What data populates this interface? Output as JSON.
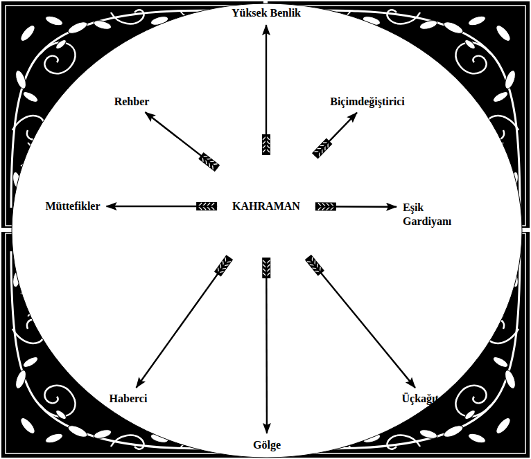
{
  "diagram": {
    "nodes": [
      {
        "text": [
          "Yüksek Benlik"
        ]
      },
      {
        "text": [
          "Rehber"
        ]
      },
      {
        "text": [
          "Biçimdeğiştirici"
        ]
      },
      {
        "text": [
          "Müttefikler"
        ]
      },
      {
        "text": [
          "KAHRAMAN"
        ]
      },
      {
        "text": [
          "Eşik Gardiyanı"
        ]
      },
      {
        "text": [
          "Haberci"
        ]
      },
      {
        "text": [
          "Üçkağıtçı"
        ]
      },
      {
        "text": [
          "Gölge"
        ]
      }
    ],
    "edges": [
      {
        "from": 4,
        "to": 0,
        "arrow": "to"
      },
      {
        "from": 4,
        "to": 1,
        "arrow": "to"
      },
      {
        "from": 4,
        "to": 2,
        "arrow": "to"
      },
      {
        "from": 4,
        "to": 3,
        "arrow": "to"
      },
      {
        "from": 4,
        "to": 5,
        "arrow": "to"
      },
      {
        "from": 4,
        "to": 6,
        "arrow": "to"
      },
      {
        "from": 4,
        "to": 7,
        "arrow": "to"
      },
      {
        "from": 4,
        "to": 8,
        "arrow": "to"
      }
    ]
  }
}
